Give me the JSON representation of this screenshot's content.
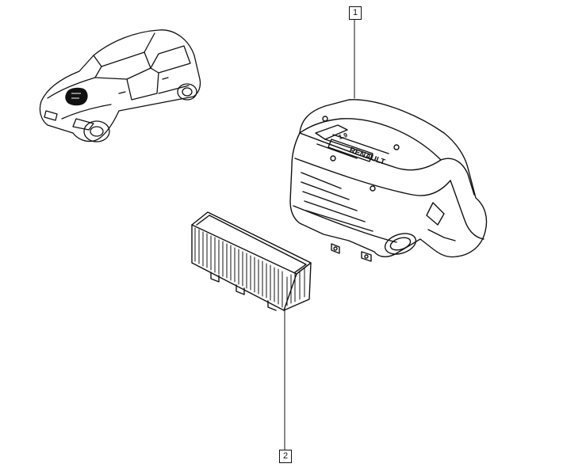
{
  "callouts": [
    {
      "number": "1"
    },
    {
      "number": "2"
    }
  ],
  "airbox": {
    "badge_text": "1.9",
    "brand_text": "RENAULT"
  },
  "colors": {
    "ink": "#111111",
    "background": "#ffffff"
  }
}
